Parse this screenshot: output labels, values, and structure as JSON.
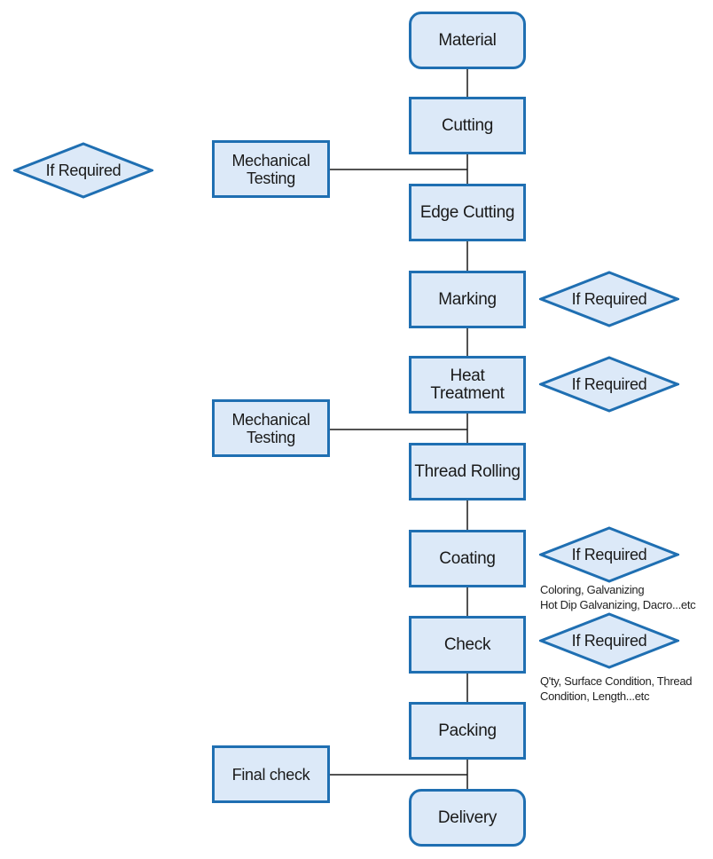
{
  "flow": {
    "material": "Material",
    "cutting": "Cutting",
    "edge_cutting": "Edge Cutting",
    "marking": "Marking",
    "heat_treatment": "Heat Treatment",
    "thread_rolling": "Thread Rolling",
    "coating": "Coating",
    "check": "Check",
    "packing": "Packing",
    "delivery": "Delivery"
  },
  "side": {
    "mech_testing_1": "Mechanical\nTesting",
    "mech_testing_2": "Mechanical\nTesting",
    "final_check": "Final check"
  },
  "decisions": {
    "top_left": "If Required",
    "marking": "If Required",
    "heat_treatment": "If Required",
    "coating": "If Required",
    "check": "If Required"
  },
  "notes": {
    "coating": "Coloring, Galvanizing\nHot Dip Galvanizing, Dacro...etc",
    "check": "Q'ty, Surface Condition, Thread\nCondition, Length...etc"
  },
  "colors": {
    "box_fill": "#dce9f8",
    "box_border": "#1f6fb2",
    "connector": "#1a1a1a"
  }
}
